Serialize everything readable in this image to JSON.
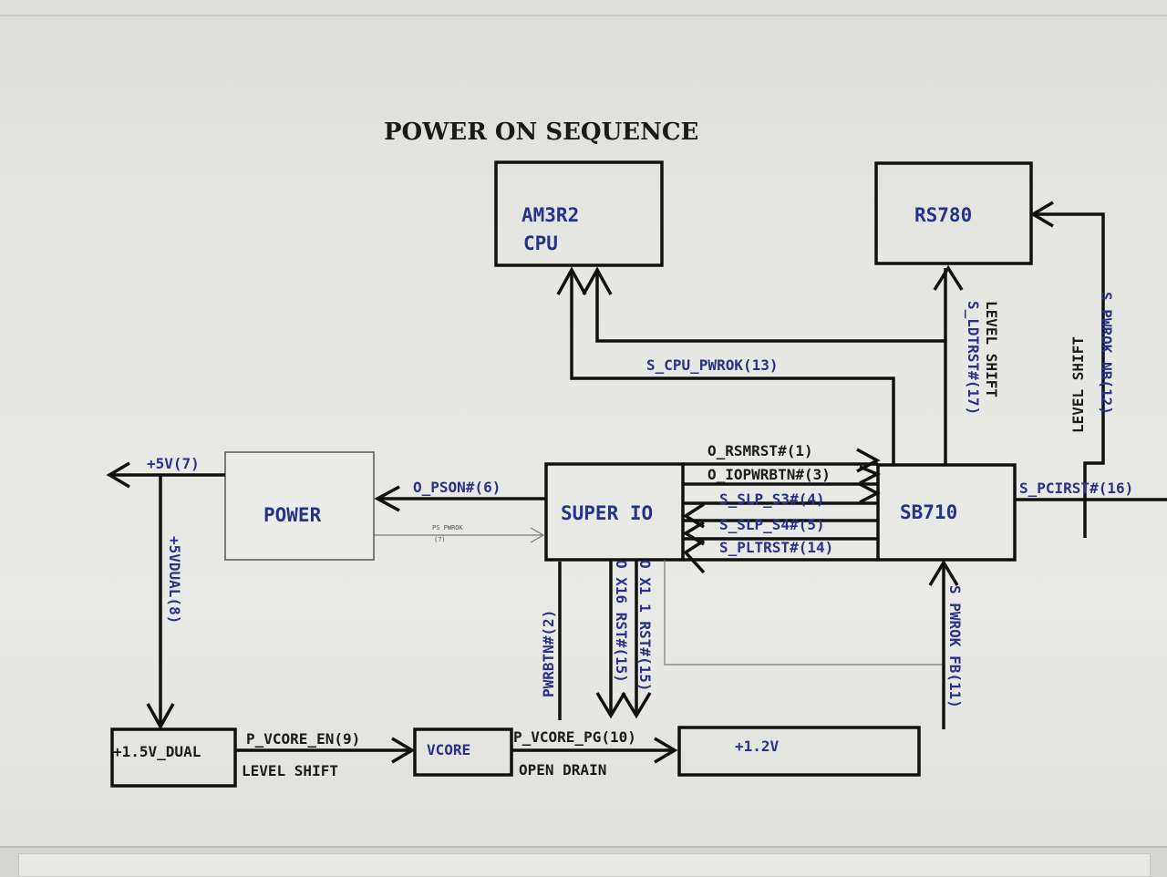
{
  "title": "POWER ON SEQUENCE",
  "blocks": {
    "cpu_line1": "AM3R2",
    "cpu_line2": "CPU",
    "nb": "RS780",
    "power": "POWER",
    "superio": "SUPER  IO",
    "sb": "SB710",
    "dual": "+1.5V_DUAL",
    "vcore": "VCORE",
    "v12": "+1.2V"
  },
  "signals": {
    "cpu_pwrok": "S_CPU_PWROK(13)",
    "ldtrst": "S_LDTRST#(17)",
    "ldtrst_shift": "LEVEL SHIFT",
    "pwrok_nb": "S PWROK NB(12)",
    "pwrok_nb_shift": "LEVEL SHIFT",
    "rsmrst": "O_RSMRST#(1)",
    "iopwrbtn": "O_IOPWRBTN#(3)",
    "slp_s3": "S_SLP_S3#(4)",
    "slp_s4": "S_SLP_S4#(5)",
    "pltrst": "S_PLTRST#(14)",
    "pcirst": "S_PCIRST#(16)",
    "pson": "O_PSON#(6)",
    "ps_pwrok": "PS PWROK",
    "ps_pwrok_num": "(7)",
    "v5": "+5V(7)",
    "v5dual": "+5VDUAL(8)",
    "pwrbtn": "PWRBTN#(2)",
    "x16rst": "O X16 RST#(15)",
    "x1rst": "O X1 1 RST#(15)",
    "sb_pwrok": "S PWROK FB(11)",
    "vcore_en": "P_VCORE_EN(9)",
    "vcore_en_shift": "LEVEL SHIFT",
    "vcore_pg": "P_VCORE_PG(10)",
    "vcore_pg_drain": "OPEN DRAIN"
  },
  "colors": {
    "ink": "#111111",
    "label_blue": "#2a3188",
    "screen": "#e8e8e4"
  }
}
